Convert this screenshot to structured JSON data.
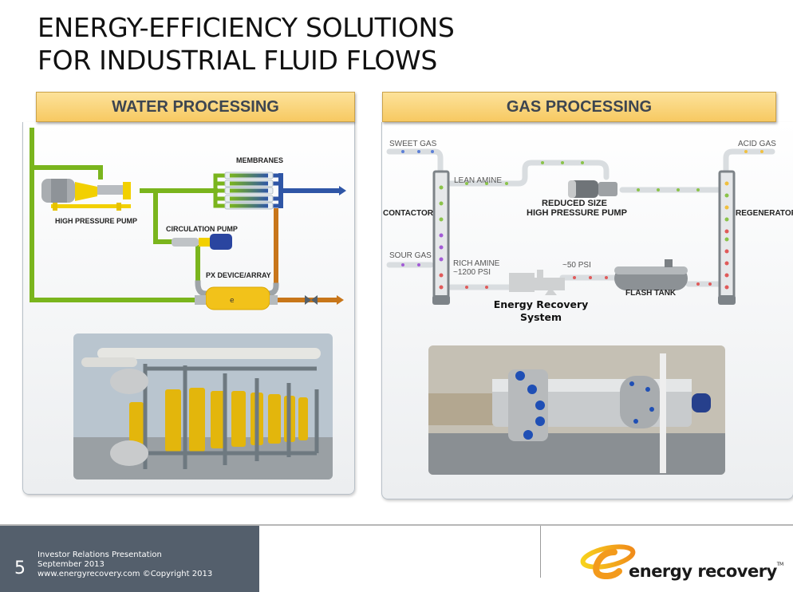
{
  "slide": {
    "title_lines": [
      "ENERGY-EFFICIENCY SOLUTIONS",
      "FOR INDUSTRIAL FLUID FLOWS"
    ],
    "page_number": "5"
  },
  "water": {
    "header": "WATER PROCESSING",
    "labels": {
      "membranes": "MEMBRANES",
      "high_pressure_pump": "HIGH PRESSURE PUMP",
      "circulation_pump": "CIRCULATION PUMP",
      "px_device": "PX DEVICE/ARRAY"
    },
    "photo_alt": "PX device array installation photo"
  },
  "gas": {
    "header": "GAS PROCESSING",
    "labels": {
      "sweet_gas": "SWEET GAS",
      "acid_gas": "ACID GAS",
      "lean_amine": "LEAN AMINE",
      "contactor": "CONTACTOR",
      "regenerator": "REGENERATOR",
      "reduced_pump_1": "REDUCED SIZE",
      "reduced_pump_2": "HIGH PRESSURE PUMP",
      "sour_gas": "SOUR GAS",
      "rich_amine": "RICH AMINE",
      "rich_amine_psi": "~1200 PSI",
      "low_psi": "~50 PSI",
      "flash_tank": "FLASH TANK",
      "ers_1": "Energy Recovery",
      "ers_2": "System"
    },
    "photo_alt": "Energy recovery device installation photo"
  },
  "footer": {
    "line1": "Investor Relations Presentation",
    "line2": "September 2013",
    "line3": "www.energyrecovery.com  ©Copyright 2013",
    "logo_text": "energy recovery",
    "logo_tm": "TM"
  },
  "colors": {
    "header_fill": "#f7c962",
    "footer_bg": "#545f6c",
    "green_pipe": "#7ab51d",
    "blue_pipe": "#2f56a6",
    "orange_pipe": "#c8761a",
    "px_yellow": "#f2c21a",
    "logo_orange": "#f5a623"
  }
}
